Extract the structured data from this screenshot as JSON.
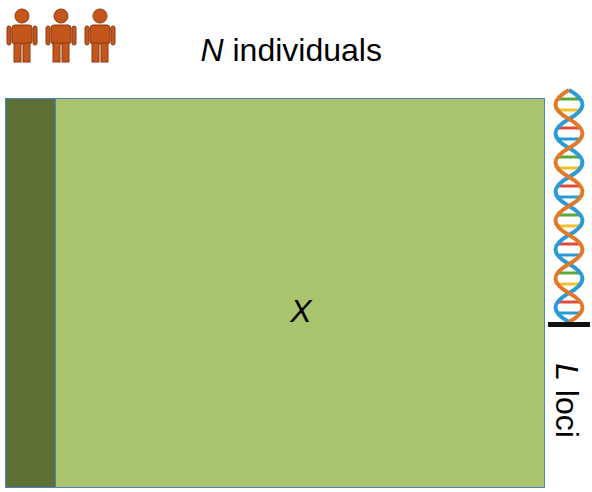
{
  "diagram": {
    "nodes": [
      {
        "text": [
          "X"
        ]
      }
    ],
    "labels": [
      "N individuals",
      "L loci"
    ]
  }
}
